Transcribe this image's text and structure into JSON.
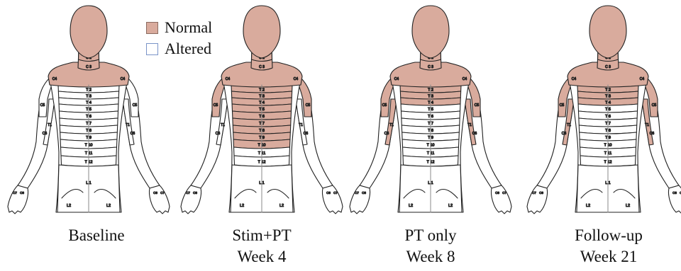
{
  "legend": {
    "normal": {
      "label": "Normal",
      "color": "#d9ab9d"
    },
    "altered": {
      "label": "Altered",
      "color": "#ffffff",
      "border": "#7a94c8"
    }
  },
  "colors": {
    "line": "#222222",
    "spine": "#888888"
  },
  "figures": [
    {
      "id": "baseline",
      "caption": [
        "Baseline"
      ],
      "normal_regions": [
        "head",
        "C2",
        "C3",
        "C4"
      ]
    },
    {
      "id": "stim-pt-week-4",
      "caption": [
        "Stim+PT",
        "Week 4"
      ],
      "normal_regions": [
        "head",
        "C2",
        "C3",
        "C4",
        "C5",
        "T2",
        "T3",
        "T4",
        "T5",
        "T6",
        "T7",
        "T8",
        "T9",
        "T10"
      ]
    },
    {
      "id": "pt-only-week-8",
      "caption": [
        "PT only",
        "Week 8"
      ],
      "normal_regions": [
        "head",
        "C2",
        "C3",
        "C4",
        "C5",
        "T1",
        "T2",
        "T3",
        "T4"
      ]
    },
    {
      "id": "follow-up-week-21",
      "caption": [
        "Follow-up",
        "Week 21"
      ],
      "normal_regions": [
        "head",
        "C2",
        "C3",
        "C4",
        "C5",
        "T1",
        "T2",
        "T3",
        "T4"
      ]
    }
  ],
  "dermatome_labels": {
    "C2": "C 2",
    "C3": "C 3",
    "C4": "C4",
    "T2": "T 2",
    "T3": "T 3",
    "T4": "T 4",
    "T5": "T 5",
    "T6": "T 6",
    "T7": "T 7",
    "T8": "T 8",
    "T9": "T 9",
    "T10": "T 10",
    "T11": "T 11",
    "T12": "T 12",
    "L1": "L 1",
    "L2": "L2",
    "C5": "C5",
    "C6": "C6",
    "T1": "T1",
    "C7": "C7",
    "C8": "C8"
  }
}
